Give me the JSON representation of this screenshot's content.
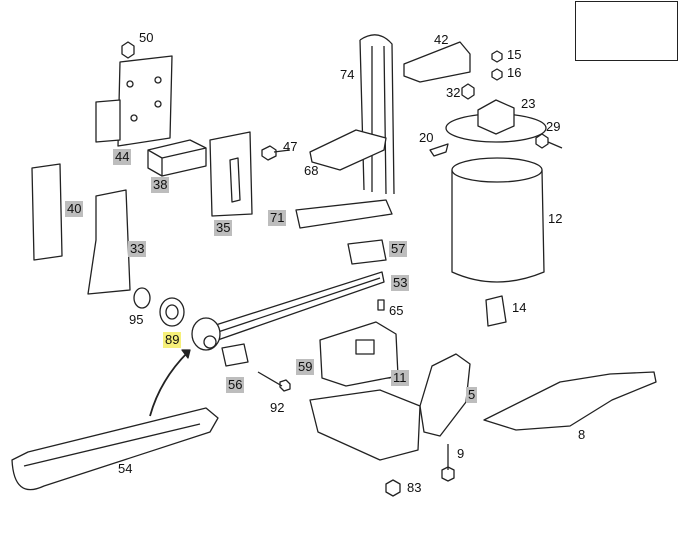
{
  "parts": [
    {
      "id": "p50",
      "label": "50",
      "style": "plain"
    },
    {
      "id": "p44",
      "label": "44",
      "style": "gray"
    },
    {
      "id": "p38",
      "label": "38",
      "style": "gray"
    },
    {
      "id": "p35",
      "label": "35",
      "style": "gray"
    },
    {
      "id": "p47",
      "label": "47",
      "style": "plain"
    },
    {
      "id": "p74",
      "label": "74",
      "style": "plain"
    },
    {
      "id": "p42",
      "label": "42",
      "style": "plain"
    },
    {
      "id": "p15",
      "label": "15",
      "style": "plain"
    },
    {
      "id": "p16",
      "label": "16",
      "style": "plain"
    },
    {
      "id": "p32",
      "label": "32",
      "style": "plain"
    },
    {
      "id": "p23",
      "label": "23",
      "style": "plain"
    },
    {
      "id": "p29",
      "label": "29",
      "style": "plain"
    },
    {
      "id": "p20",
      "label": "20",
      "style": "plain"
    },
    {
      "id": "p68",
      "label": "68",
      "style": "plain"
    },
    {
      "id": "p12",
      "label": "12",
      "style": "plain"
    },
    {
      "id": "p40",
      "label": "40",
      "style": "gray"
    },
    {
      "id": "p33",
      "label": "33",
      "style": "gray"
    },
    {
      "id": "p71",
      "label": "71",
      "style": "gray"
    },
    {
      "id": "p57",
      "label": "57",
      "style": "gray"
    },
    {
      "id": "p53",
      "label": "53",
      "style": "gray"
    },
    {
      "id": "p95",
      "label": "95",
      "style": "plain"
    },
    {
      "id": "p89",
      "label": "89",
      "style": "highlight"
    },
    {
      "id": "p65",
      "label": "65",
      "style": "plain"
    },
    {
      "id": "p14",
      "label": "14",
      "style": "plain"
    },
    {
      "id": "p59",
      "label": "59",
      "style": "gray"
    },
    {
      "id": "p11",
      "label": "11",
      "style": "gray"
    },
    {
      "id": "p56",
      "label": "56",
      "style": "gray"
    },
    {
      "id": "p92",
      "label": "92",
      "style": "plain"
    },
    {
      "id": "p5",
      "label": "5",
      "style": "gray"
    },
    {
      "id": "p8",
      "label": "8",
      "style": "plain"
    },
    {
      "id": "p54",
      "label": "54",
      "style": "plain"
    },
    {
      "id": "p9",
      "label": "9",
      "style": "plain"
    },
    {
      "id": "p83",
      "label": "83",
      "style": "plain"
    }
  ],
  "colors": {
    "line": "#222222",
    "label_gray": "#bdbdbd",
    "highlight": "#f6f07a"
  }
}
